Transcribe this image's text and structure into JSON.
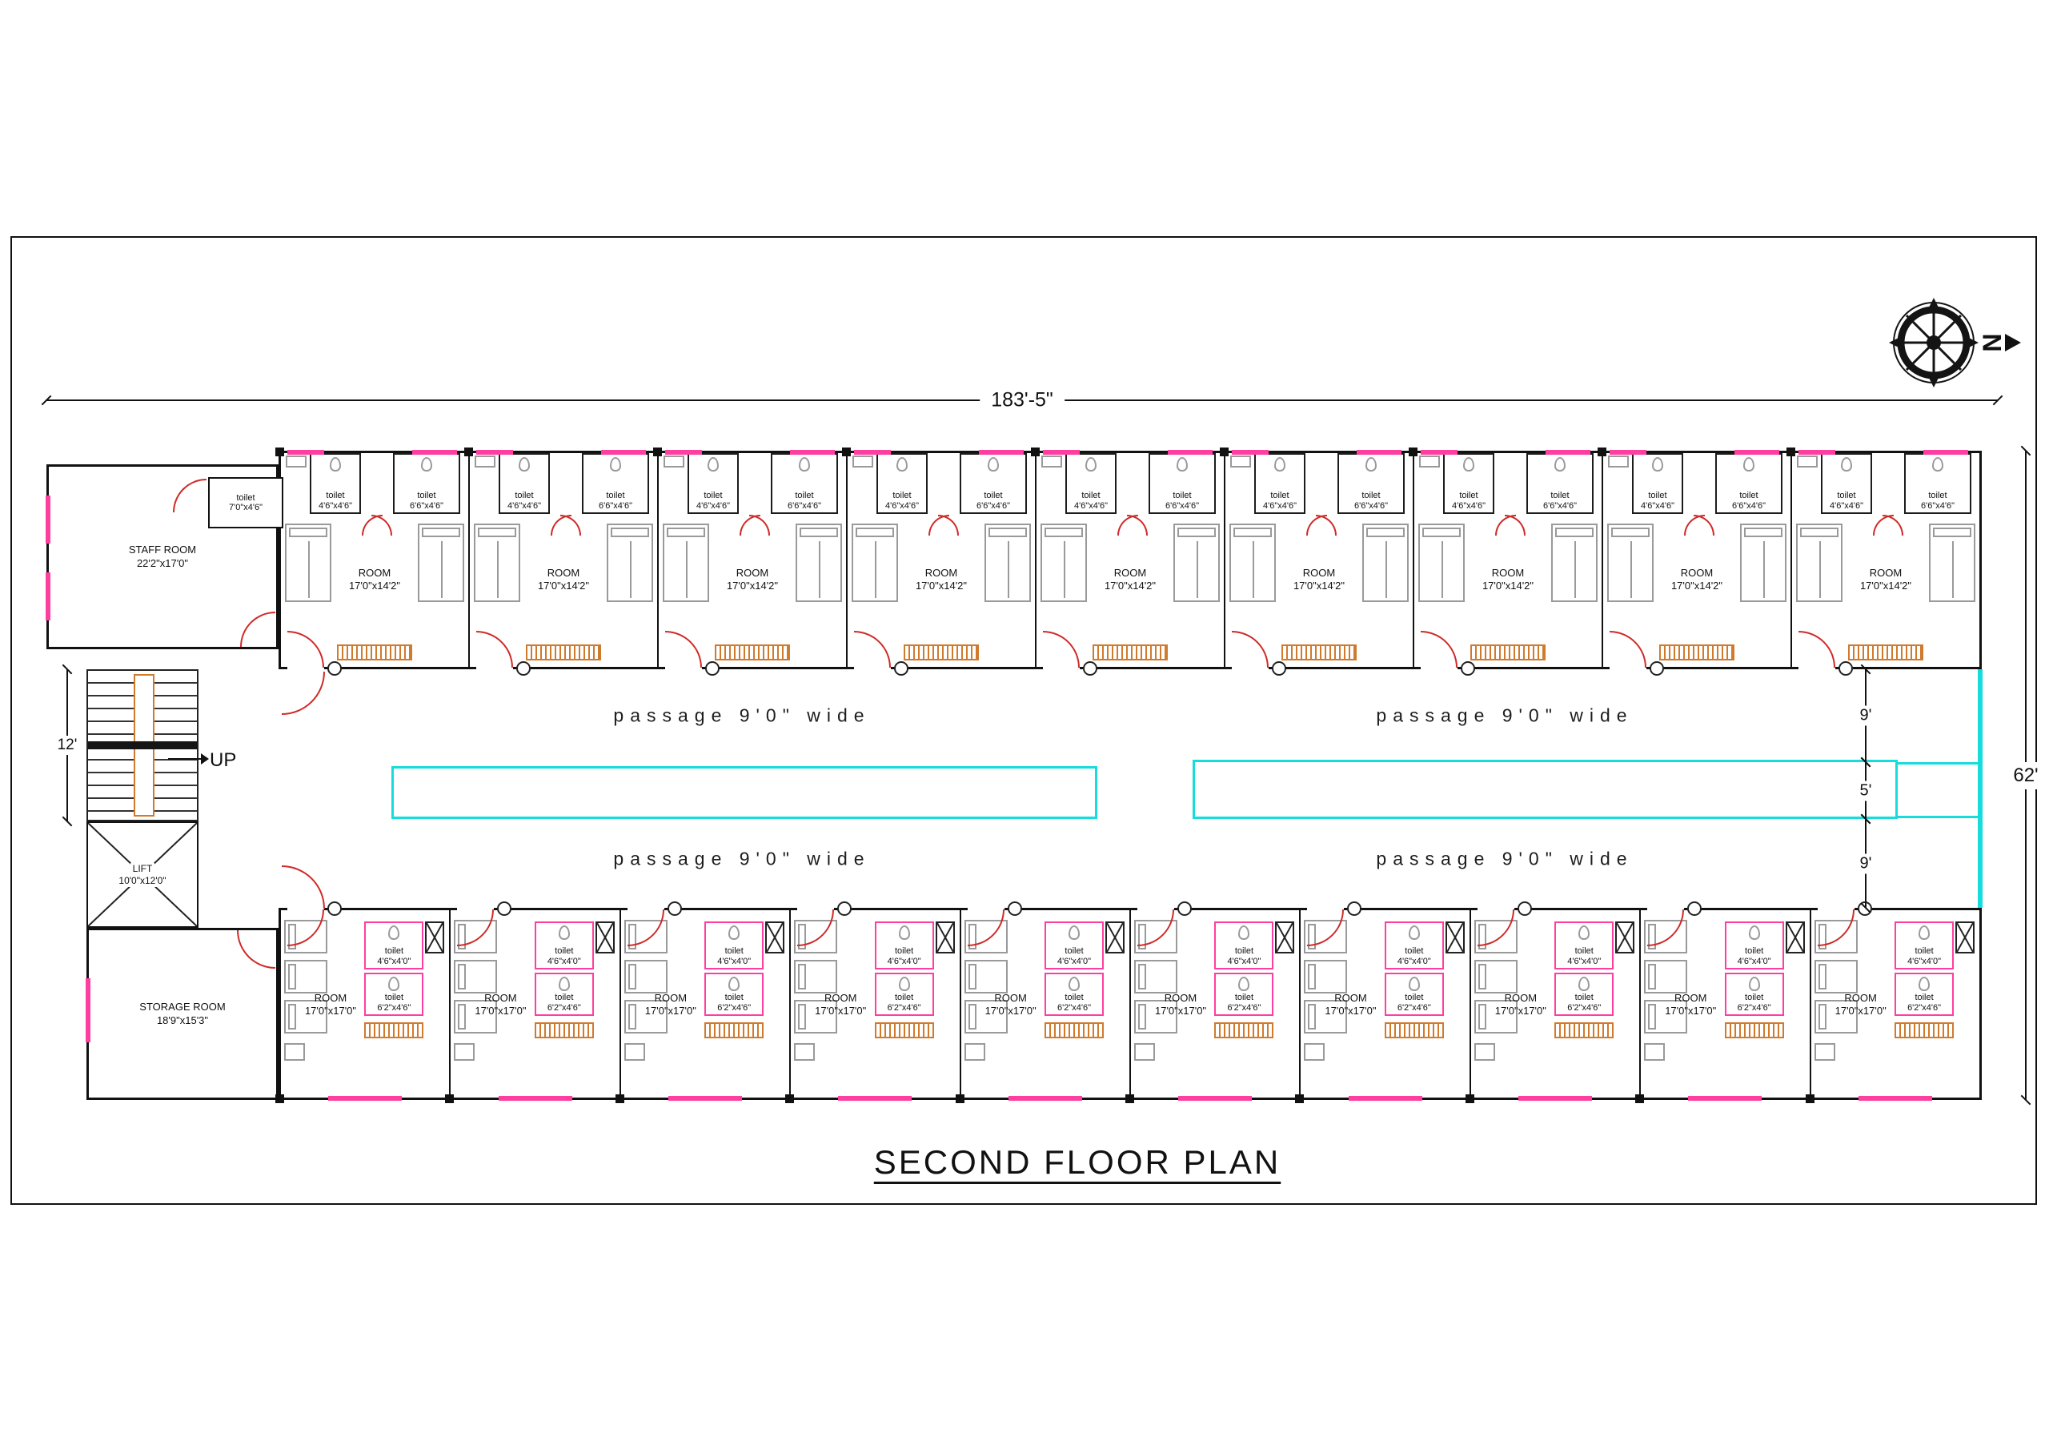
{
  "sheet": {
    "title": "SECOND FLOOR PLAN"
  },
  "compass": {
    "north_label": "N"
  },
  "dimensions": {
    "overall_width": "183'-5\"",
    "overall_depth": "62'",
    "stair_flight": "12'",
    "passage_top": "9'",
    "lightwell": "5'",
    "passage_bottom": "9'"
  },
  "corridor": {
    "passage_label": "passage 9'0\" wide"
  },
  "lobby": {
    "staff_room": {
      "name": "STAFF ROOM",
      "size": "22'2\"x17'0\""
    },
    "staff_toilet": {
      "name": "toilet",
      "size": "7'0\"x4'6\""
    },
    "stair_direction": "UP",
    "lift": {
      "name": "LIFT",
      "size": "10'0\"x12'0\""
    },
    "storage_room": {
      "name": "STORAGE ROOM",
      "size": "18'9\"x15'3\""
    }
  },
  "top_rooms": {
    "count": 9,
    "room": {
      "name": "ROOM",
      "size": "17'0\"x14'2\""
    },
    "toilet_a": {
      "name": "toilet",
      "size": "4'6\"x4'6\""
    },
    "toilet_b": {
      "name": "toilet",
      "size": "6'6\"x4'6\""
    }
  },
  "bottom_rooms": {
    "count": 10,
    "room": {
      "name": "ROOM",
      "size": "17'0\"x17'0\""
    },
    "toilet_a": {
      "name": "toilet",
      "size": "4'6\"x4'0\""
    },
    "toilet_b": {
      "name": "toilet",
      "size": "6'2\"x4'6\""
    }
  },
  "colors": {
    "ink": "#1a1a1a",
    "pink": "#ff3fa0",
    "red": "#cf2a27",
    "cyan": "#17dcdc",
    "orange": "#d07a2e",
    "grey": "#9a9a9a"
  }
}
